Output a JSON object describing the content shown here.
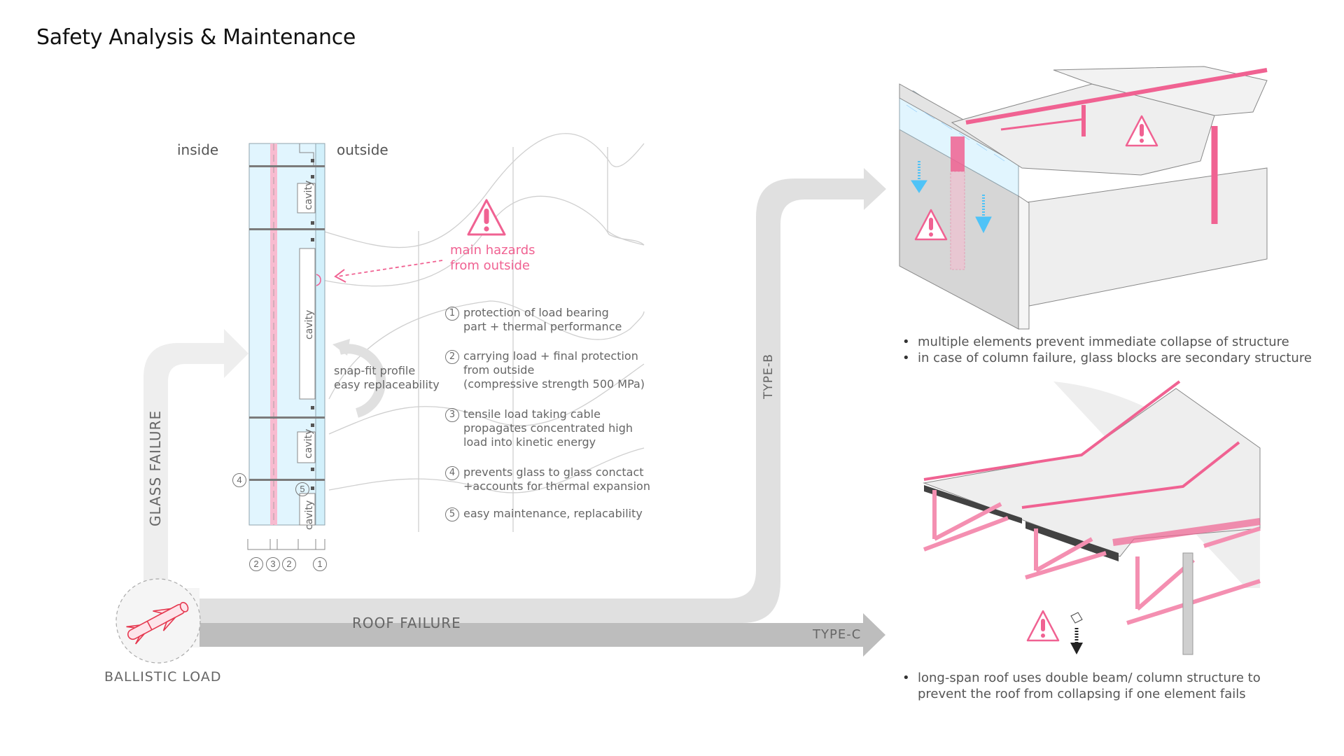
{
  "page": {
    "title": "Safety Analysis & Maintenance"
  },
  "facade_section": {
    "inside_label": "inside",
    "outside_label": "outside",
    "cavity_labels": [
      "cavity",
      "cavity",
      "cavity",
      "cavity"
    ],
    "hazard": {
      "icon": "warning-triangle-icon",
      "text_line1": "main hazards",
      "text_line2": "from outside"
    },
    "snap_fit": {
      "line1": "snap-fit profile",
      "line2": "easy replaceability"
    },
    "layer_markers": [
      "2",
      "3",
      "2",
      "1"
    ],
    "side_markers": [
      "4",
      "5"
    ],
    "legend": [
      {
        "num": "1",
        "lines": [
          "protection of load bearing",
          "part + thermal performance"
        ]
      },
      {
        "num": "2",
        "lines": [
          "carrying load + final protection",
          "from outside",
          "(compressive strength 500 MPa)"
        ]
      },
      {
        "num": "3",
        "lines": [
          "tensile load taking cable",
          "propagates concentrated high",
          "load into kinetic energy"
        ]
      },
      {
        "num": "4",
        "lines": [
          "prevents glass to glass conctact",
          "+accounts for thermal expansion"
        ]
      },
      {
        "num": "5",
        "lines": [
          "easy maintenance, replacability"
        ]
      }
    ]
  },
  "flow": {
    "origin_label": "BALLISTIC LOAD",
    "origin_icon": "missile-icon",
    "glass_failure": "GLASS FAILURE",
    "roof_failure": "ROOF FAILURE",
    "type_b": "TYPE-B",
    "type_c": "TYPE-C"
  },
  "type_b_panel": {
    "bullets": [
      "multiple elements prevent immediate collapse of structure",
      "in case of column failure, glass blocks are secondary structure"
    ]
  },
  "type_c_panel": {
    "bullets": [
      "long-span roof uses double beam/ column structure to prevent the roof from collapsing if one element fails"
    ]
  },
  "colors": {
    "accent_pink": "#f06292",
    "structure_pink": "#f48fb1",
    "glass_blue": "#e1f5fe",
    "load_arrow_blue": "#4fc3f7",
    "flow_light": "#e0e0e0",
    "flow_dark": "#bdbdbd"
  }
}
